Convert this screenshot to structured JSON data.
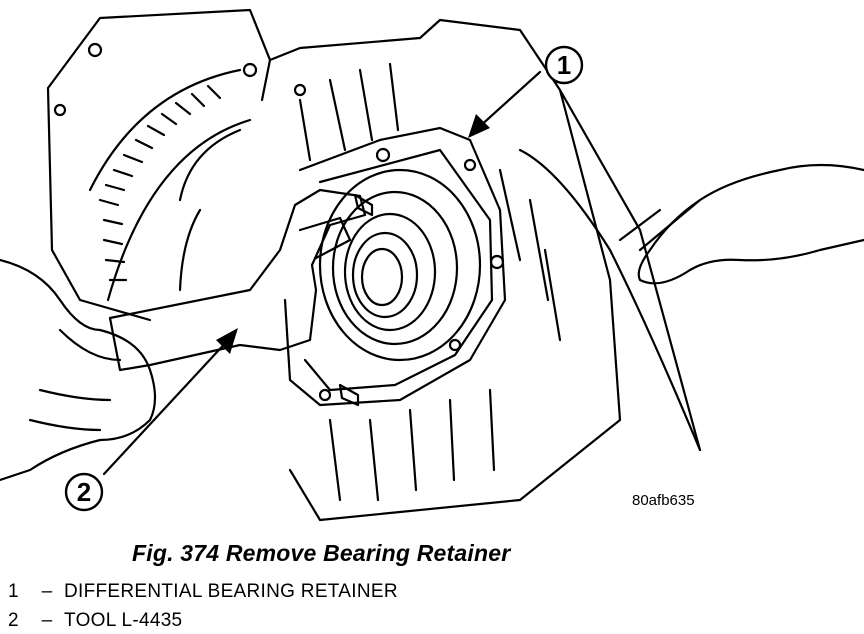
{
  "figure": {
    "image_code": "80afb635",
    "caption": "Fig. 374 Remove Bearing Retainer"
  },
  "callouts": [
    {
      "number": "1"
    },
    {
      "number": "2"
    }
  ],
  "legend": [
    {
      "number": "1",
      "dash": "–",
      "text": "DIFFERENTIAL BEARING RETAINER"
    },
    {
      "number": "2",
      "dash": "–",
      "text": "TOOL L-4435"
    }
  ],
  "colors": {
    "ink": "#000000",
    "paper": "#ffffff"
  }
}
